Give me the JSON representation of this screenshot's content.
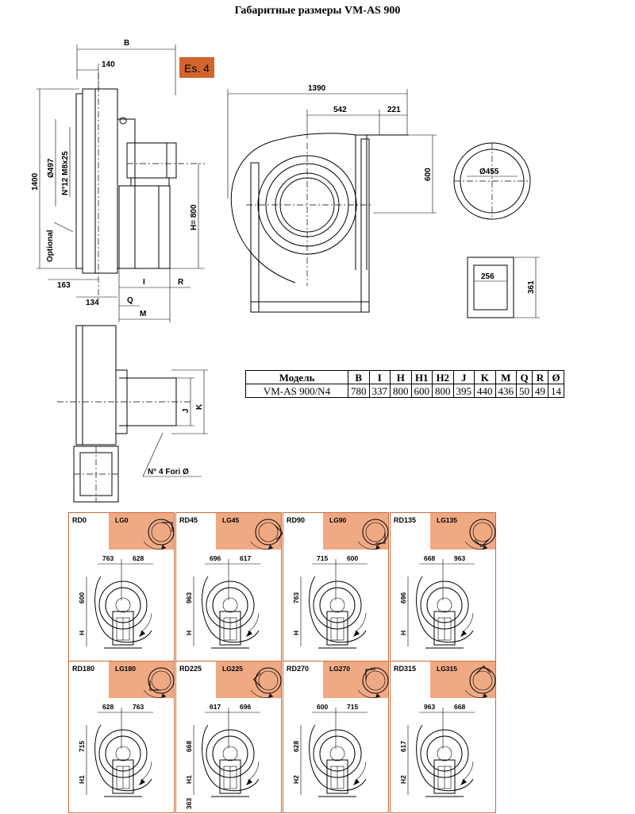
{
  "title": "Габаритные размеры VM-AS 900",
  "badge": "Es. 4",
  "colors": {
    "panel_border": "#c96a3d",
    "panel_header": "#efaa84",
    "badge_bg": "#d2642e"
  },
  "side_view": {
    "dim_b": "B",
    "dim_140": "140",
    "dim_1400": "1400",
    "dim_d497": "Ø497",
    "dim_bolts": "N°12 M8x25",
    "optional": "Optional",
    "dim_h800": "H= 800",
    "dim_163": "163",
    "dim_134": "134",
    "dim_i": "I",
    "dim_r": "R",
    "dim_q": "Q",
    "dim_m": "M"
  },
  "front_view": {
    "dim_1390": "1390",
    "dim_542": "542",
    "dim_221": "221",
    "dim_600": "600"
  },
  "inlet": {
    "dim_455": "Ø455"
  },
  "outlet": {
    "dim_256": "256",
    "dim_361": "361"
  },
  "top_view": {
    "dim_j": "J",
    "dim_k": "K",
    "holes": "N° 4 Fori Ø"
  },
  "table": {
    "headers": [
      "Модель",
      "B",
      "I",
      "H",
      "H1",
      "H2",
      "J",
      "K",
      "M",
      "Q",
      "R",
      "Ø"
    ],
    "row": [
      "VM-AS 900/N4",
      "780",
      "337",
      "800",
      "600",
      "800",
      "395",
      "440",
      "436",
      "50",
      "49",
      "14"
    ]
  },
  "orientations": [
    {
      "rd": "RD0",
      "lg": "LG0",
      "left_dim": "600",
      "h_label": "H",
      "top_a": "763",
      "top_b": "628",
      "extra": ""
    },
    {
      "rd": "RD45",
      "lg": "LG45",
      "left_dim": "963",
      "h_label": "H",
      "top_a": "696",
      "top_b": "617",
      "extra": ""
    },
    {
      "rd": "RD90",
      "lg": "LG90",
      "left_dim": "763",
      "h_label": "H",
      "top_a": "715",
      "top_b": "600",
      "extra": ""
    },
    {
      "rd": "RD135",
      "lg": "LG135",
      "left_dim": "696",
      "h_label": "H",
      "top_a": "668",
      "top_b": "963",
      "extra": ""
    },
    {
      "rd": "RD180",
      "lg": "LG180",
      "left_dim": "715",
      "h_label": "H1",
      "top_a": "628",
      "top_b": "763",
      "extra": ""
    },
    {
      "rd": "RD225",
      "lg": "LG225",
      "left_dim": "668",
      "h_label": "H1",
      "top_a": "617",
      "top_b": "696",
      "extra": "363"
    },
    {
      "rd": "RD270",
      "lg": "LG270",
      "left_dim": "628",
      "h_label": "H2",
      "top_a": "600",
      "top_b": "715",
      "extra": ""
    },
    {
      "rd": "RD315",
      "lg": "LG315",
      "left_dim": "617",
      "h_label": "H2",
      "top_a": "963",
      "top_b": "668",
      "extra": ""
    }
  ]
}
